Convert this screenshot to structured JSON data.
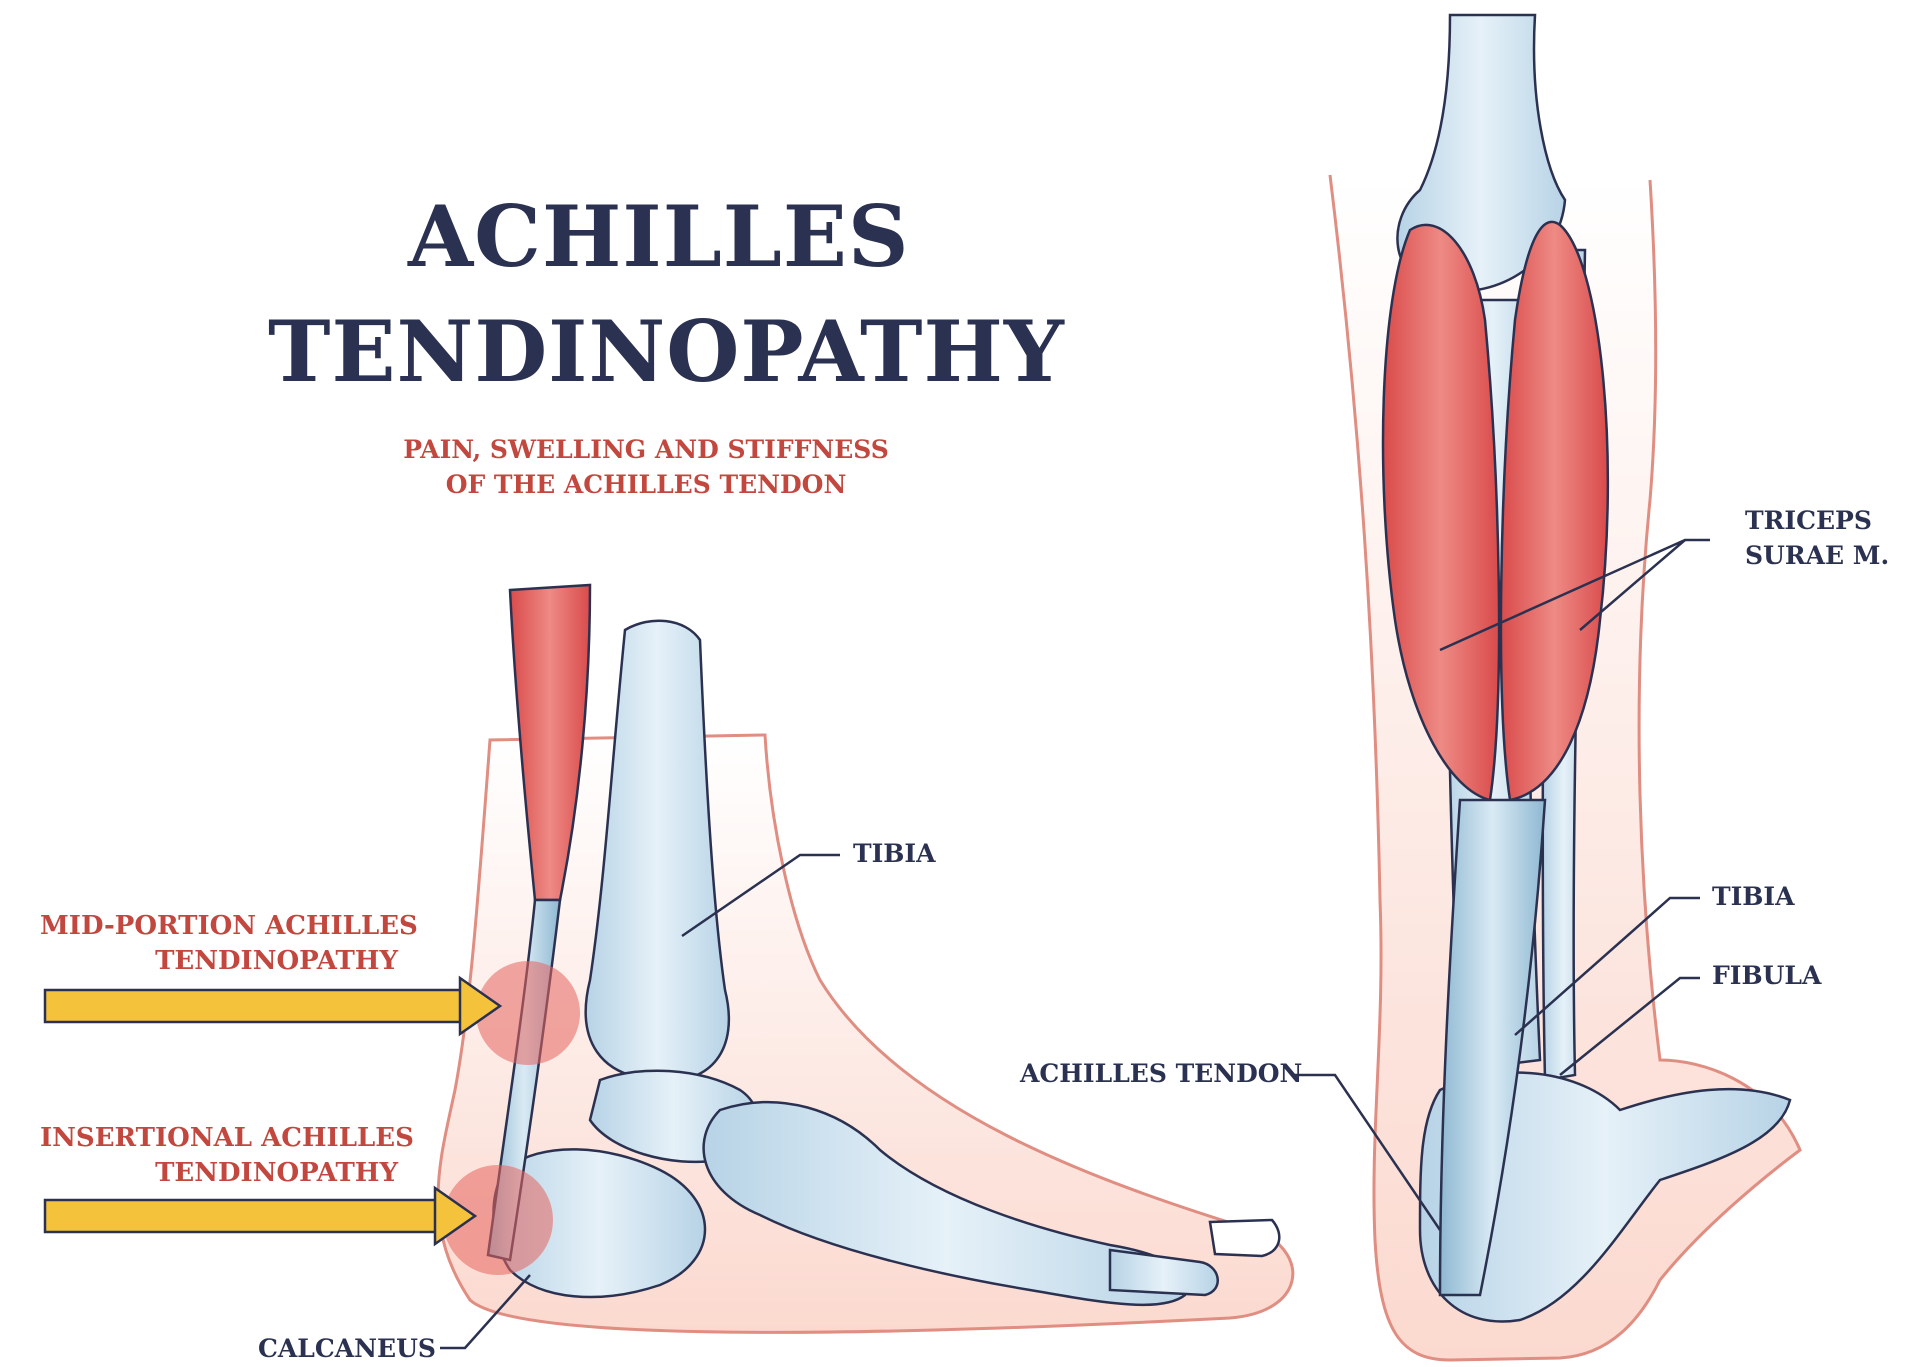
{
  "title": {
    "line1": "ACHILLES",
    "line2": "TENDINOPATHY"
  },
  "subtitle": {
    "line1": "PAIN, SWELLING AND STIFFNESS",
    "line2": "OF THE ACHILLES TENDON"
  },
  "side_view_labels": {
    "tibia": "TIBIA",
    "mid_portion_line1": "MID-PORTION ACHILLES",
    "mid_portion_line2": "TENDINOPATHY",
    "insertional_line1": "INSERTIONAL ACHILLES",
    "insertional_line2": "TENDINOPATHY",
    "calcaneus": "CALCANEUS"
  },
  "back_view_labels": {
    "triceps_line1": "TRICEPS",
    "triceps_line2": "SURAE M.",
    "tibia": "TIBIA",
    "fibula": "FIBULA",
    "achilles_tendon": "ACHILLES TENDON"
  },
  "colors": {
    "title": "#2b3150",
    "accent_red": "#c2473e",
    "muscle": "#e35d5b",
    "bone": "#cfe2ef",
    "skin": "#fbe3dc",
    "arrow": "#f5c33b"
  }
}
